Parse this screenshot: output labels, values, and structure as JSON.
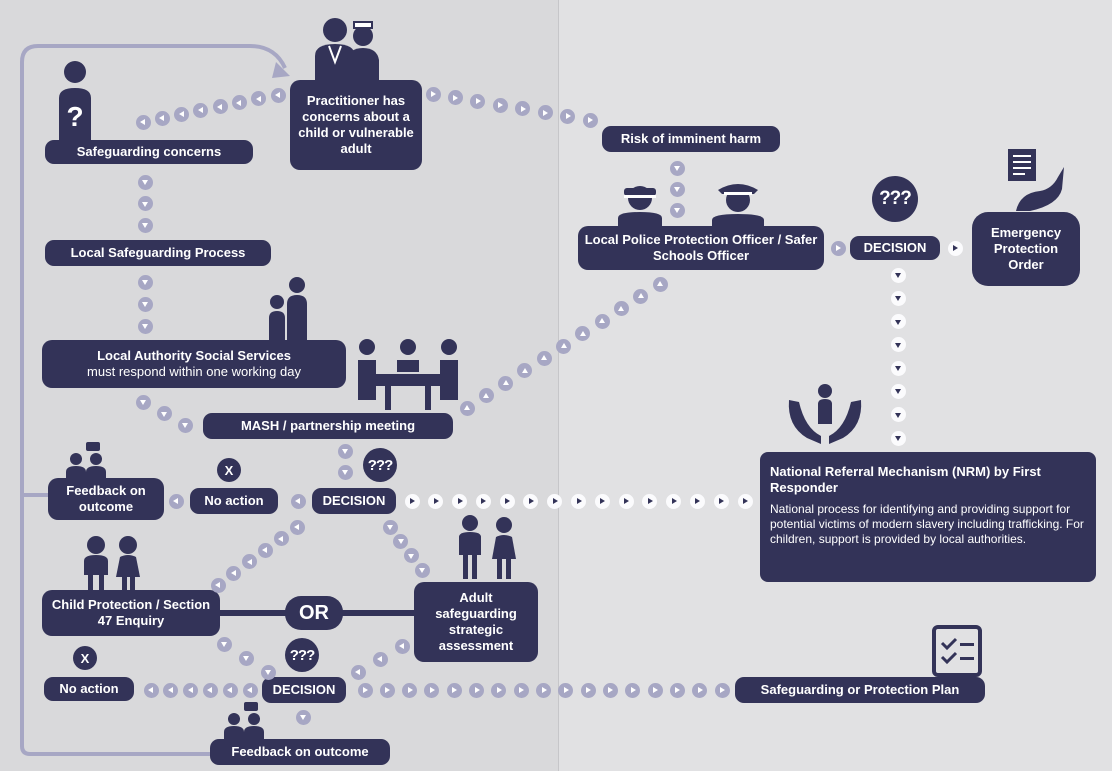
{
  "colors": {
    "navy": "#333358",
    "dot": "#a7a7c4",
    "line": "#9a9ab8",
    "background": "#d9d9db"
  },
  "nodes": {
    "practitioner": "Practitioner has concerns about a child or vulnerable adult",
    "safeguarding_concerns": "Safeguarding concerns",
    "local_safeguarding": "Local Safeguarding Process",
    "la_social_title": "Local Authority Social Services",
    "la_social_sub": "must respond within one working day",
    "mash": "MASH / partnership meeting",
    "decision": "DECISION",
    "no_action": "No action",
    "feedback": "Feedback on outcome",
    "child_protection": "Child Protection / Section 47 Enquiry",
    "or": "OR",
    "adult_safeguarding": "Adult safeguarding strategic assessment",
    "risk": "Risk of imminent harm",
    "police": "Local Police Protection Officer / Safer Schools Officer",
    "epo": "Emergency Protection Order",
    "nrm_title": "National Referral Mechanism (NRM) by First Responder",
    "nrm_body": "National process for identifying and providing support for potential victims of modern slavery including trafficking. For children, support is provided by local authorities.",
    "protection_plan": "Safeguarding or Protection Plan"
  },
  "icons": {
    "question_badge": "???",
    "x_badge": "X",
    "list": [
      "doctor-nurse-icon",
      "question-person-icon",
      "family-icon",
      "meeting-table-icon",
      "feedback-people-icon",
      "children-icon",
      "adults-icon",
      "police-officers-icon",
      "hand-document-icon",
      "hands-person-icon",
      "checklist-icon"
    ]
  }
}
